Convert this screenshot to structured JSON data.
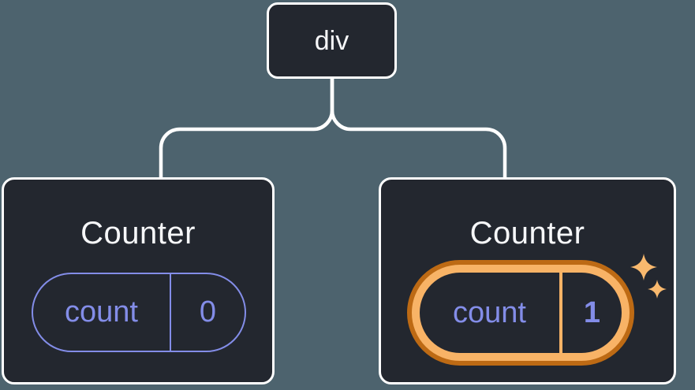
{
  "diagram": {
    "description": "React component tree showing state preservation",
    "colors": {
      "background_color": "#4d636e",
      "node_fill": "#23272f",
      "node_border": "#ffffff",
      "text_light": "#f6f7f9",
      "accent_purple": "#838de8",
      "highlight_orange_outer": "#bd6a14",
      "highlight_orange_inner": "#f8b366",
      "sparkle_color": "#f9b96e"
    },
    "root": {
      "label": "div"
    },
    "children": [
      {
        "title": "Counter",
        "state_key": "count",
        "state_value": "0",
        "highlighted": false
      },
      {
        "title": "Counter",
        "state_key": "count",
        "state_value": "1",
        "highlighted": true
      }
    ]
  }
}
